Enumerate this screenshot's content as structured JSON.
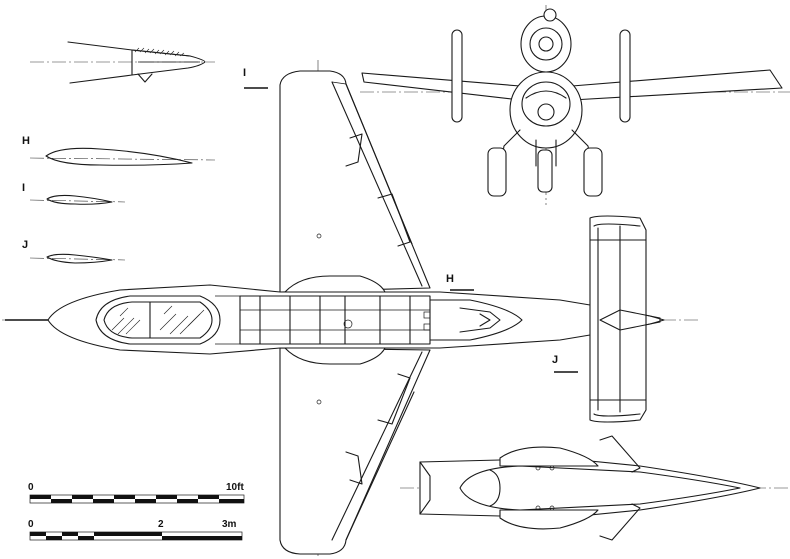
{
  "labels": {
    "section_i_top": "I",
    "section_h": "H",
    "section_i": "I",
    "section_j": "J",
    "callout_h": "H",
    "callout_j": "J"
  },
  "scale_bars": {
    "feet": {
      "start": "0",
      "end": "10ft"
    },
    "meters": {
      "start": "0",
      "mid": "2",
      "end": "3m"
    }
  },
  "colors": {
    "ink": "#1a1a1a",
    "paper": "#ffffff"
  }
}
